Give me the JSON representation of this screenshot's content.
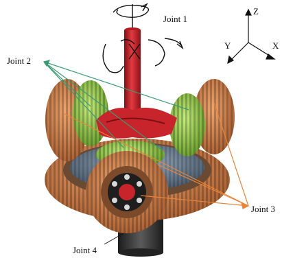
{
  "labels": {
    "joint1": "Joint 1",
    "joint2": "Joint 2",
    "joint3": "Joint 3",
    "joint4": "Joint 4"
  },
  "axes": {
    "z": "Z",
    "y": "Y",
    "x": "X"
  },
  "colors": {
    "shaft": "#d1242c",
    "bevel_gear_orange": "#c9733c",
    "bevel_gear_green": "#8bc63f",
    "inner_gear_steel": "#5a6f84",
    "base_cylinder": "#3a3a3a",
    "leader_green": "#3a9a73",
    "leader_orange": "#e8843a",
    "text": "#111111"
  }
}
